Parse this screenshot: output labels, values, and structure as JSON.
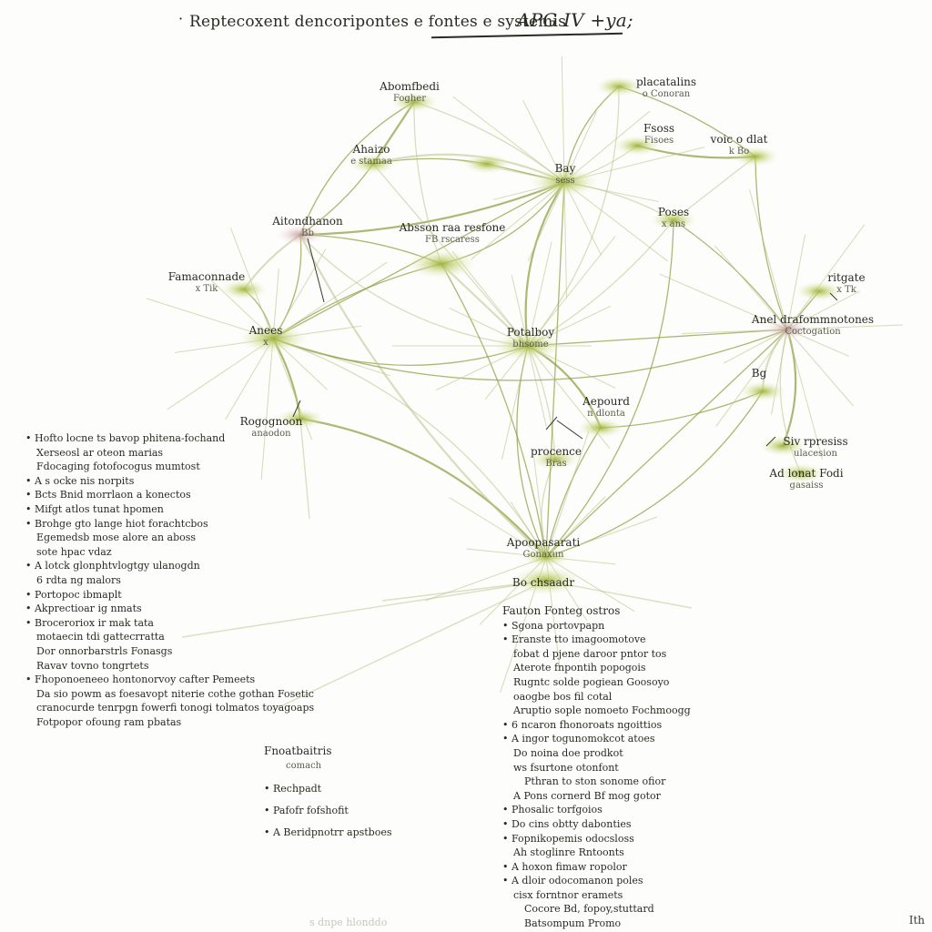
{
  "header": {
    "bullet": "·",
    "title": "Reptecoxent dencoripontes  e  fontes  e  systemis",
    "title_accent": "APG IV +ya;"
  },
  "colors": {
    "edge": "#8a9a3a",
    "edge_faint": "#b8c48a",
    "node_core": "#6f8a1e",
    "node_glow": "#c7d47a",
    "node_pink": "#c9a0a4"
  },
  "nodes": [
    {
      "id": "n_top_left",
      "label": "Abomfbedi",
      "sub": "Fogher"
    },
    {
      "id": "n_top_right",
      "label": "placatalins",
      "sub": "o Conoran"
    },
    {
      "id": "n_ahaz",
      "label": "Ahaizo",
      "sub": "e stamaa"
    },
    {
      "id": "n_bay",
      "label": "Bay",
      "sub": "sess"
    },
    {
      "id": "n_foses",
      "label": "Fsoss",
      "sub": "Fisoes"
    },
    {
      "id": "n_voic",
      "label": "voic  o dlat",
      "sub": "k Bo"
    },
    {
      "id": "n_alond",
      "label": "Aitondhanon",
      "sub": "Bb"
    },
    {
      "id": "n_absson",
      "label": "Absson  raa resfone",
      "sub": "FB rscaress"
    },
    {
      "id": "n_poses",
      "label": "Poses",
      "sub": "x ans"
    },
    {
      "id": "n_fame",
      "label": "Famaconnade",
      "sub": "x Tik"
    },
    {
      "id": "n_ritgate",
      "label": "ritgate",
      "sub": "x Tk"
    },
    {
      "id": "n_annes",
      "label": "Anees",
      "sub": "x"
    },
    {
      "id": "n_center",
      "label": "Potalboy",
      "sub": "bhsome"
    },
    {
      "id": "n_right",
      "label": "Anel drafommnotones",
      "sub": "Coctogation"
    },
    {
      "id": "n_bg",
      "label": "Bg",
      "sub": ""
    },
    {
      "id": "n_agogon",
      "label": "Rogognoon",
      "sub": "anaodon"
    },
    {
      "id": "n_aepoun",
      "label": "Aepourd",
      "sub": "n dlonta"
    },
    {
      "id": "n_procen",
      "label": "procence",
      "sub": "Bras"
    },
    {
      "id": "n_sirp",
      "label": "Siv rpresiss",
      "sub": "ulacesion"
    },
    {
      "id": "n_adlo",
      "label": "Ad lonat Fodi",
      "sub": "gasaiss"
    },
    {
      "id": "n_bottom",
      "label": "Apoopasarati",
      "sub": "Gonaxun"
    },
    {
      "id": "n_bottom_core",
      "label": "Bo chsaadr",
      "sub": ""
    }
  ],
  "notes_left": [
    "• Hofto locne ts bavop phitena-fochand",
    "  Xerseosl ar oteon marias",
    "  Fdocaging fotofocogus mumtost",
    "• A s ocke nis norpits",
    "• Bcts Bnid morrlaon a konectos",
    "• Mifgt atlos tunat hpomen",
    "• Brohge gto lange hiot forachtcbos",
    "  Egemedsb mose alore an aboss",
    "  sote hpac vdaz",
    "• A lotck glonphtvlogtgy ulanogdn",
    "  6 rdta ng malors",
    "• Portopoc ibmaplt",
    "• Akprectioar ig nmats",
    "• Broceroriox ir mak tata",
    "  motaecin tdi gattecrratta",
    "  Dor onnorbarstrls Fonasgs",
    "  Ravav tovno tongrtets",
    "• Fhoponoeneeo hontonorvoy cafter Pemeets",
    "  Da sio powm as foesavopt niterie cothe gothan Fosetic",
    "  cranocurde tenrpgn fowerfi tonogi tolmatos toyagoaps",
    "  Fotpopor ofoung ram pbatas"
  ],
  "notes_bottom_left": {
    "heading": "Fnoatbaitris",
    "sub": "comach",
    "items": [
      "• Rechpadt",
      "• Pafofr fofshofit",
      "• A Beridpnotrr apstboes"
    ]
  },
  "notes_right": {
    "heading": "Fauton Fonteg ostros",
    "items": [
      "• Sgona portovpapn",
      "• Eranste tto  imagoomotove",
      "  fobat d pjene daroor pntor tos",
      "  Aterote fnpontih popogois",
      "  Rugntc solde pogiean Goosoyo",
      "  oaogbe bos fil cotal",
      "  Aruptio sople nomoeto Fochmoogg",
      "• 6 ncaron fhonoroats ngoittios",
      "• A ingor togunomokcot atoes",
      "  Do noina doe prodkot",
      "  ws fsurtone otonfont",
      "    Pthran to ston sonome ofior",
      "  A   Pons cornerd Bf mog gotor",
      "• Phosalic torfgoios",
      "• Do cins obtty dabonties",
      "• Fopnikopemis odocsloss",
      "  Ah stoglinre Rntoonts",
      "• A hoxon fimaw ropolor",
      "• A dloir odocomanon poles",
      "  cisx forntnor eramets",
      "    Cocore Bd, fopoy,stuttard",
      "    Batsompum Promo"
    ]
  },
  "footer": {
    "corner_mark": "Ith",
    "faint_text": "s dnpe  hlonddo"
  }
}
